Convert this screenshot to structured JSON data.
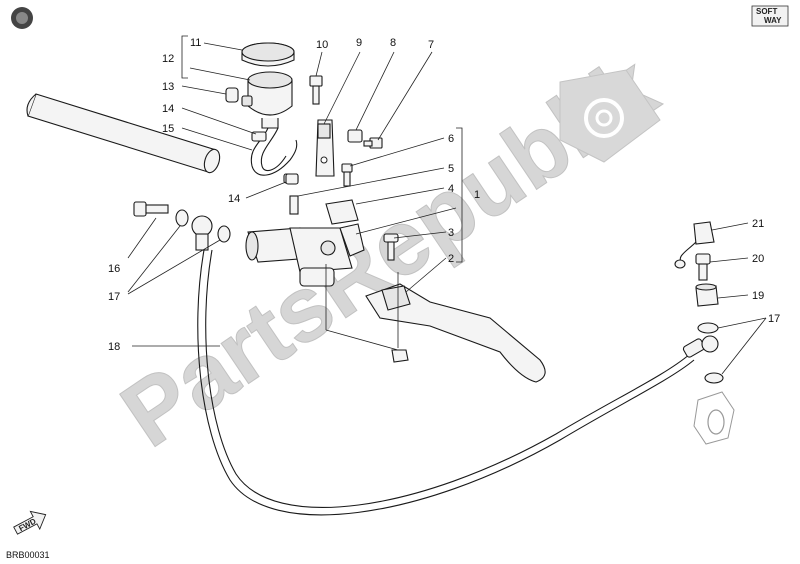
{
  "diagram": {
    "drawing_code": "BRB00031",
    "badge": {
      "top": "SOFT",
      "bottom": "WAY"
    },
    "fwd_label": "FWD",
    "watermark": "PartsRepublik",
    "callouts": [
      "1",
      "2",
      "3",
      "4",
      "5",
      "6",
      "7",
      "8",
      "9",
      "10",
      "11",
      "12",
      "13",
      "14",
      "14",
      "15",
      "16",
      "17",
      "17",
      "18",
      "19",
      "20",
      "21"
    ]
  }
}
